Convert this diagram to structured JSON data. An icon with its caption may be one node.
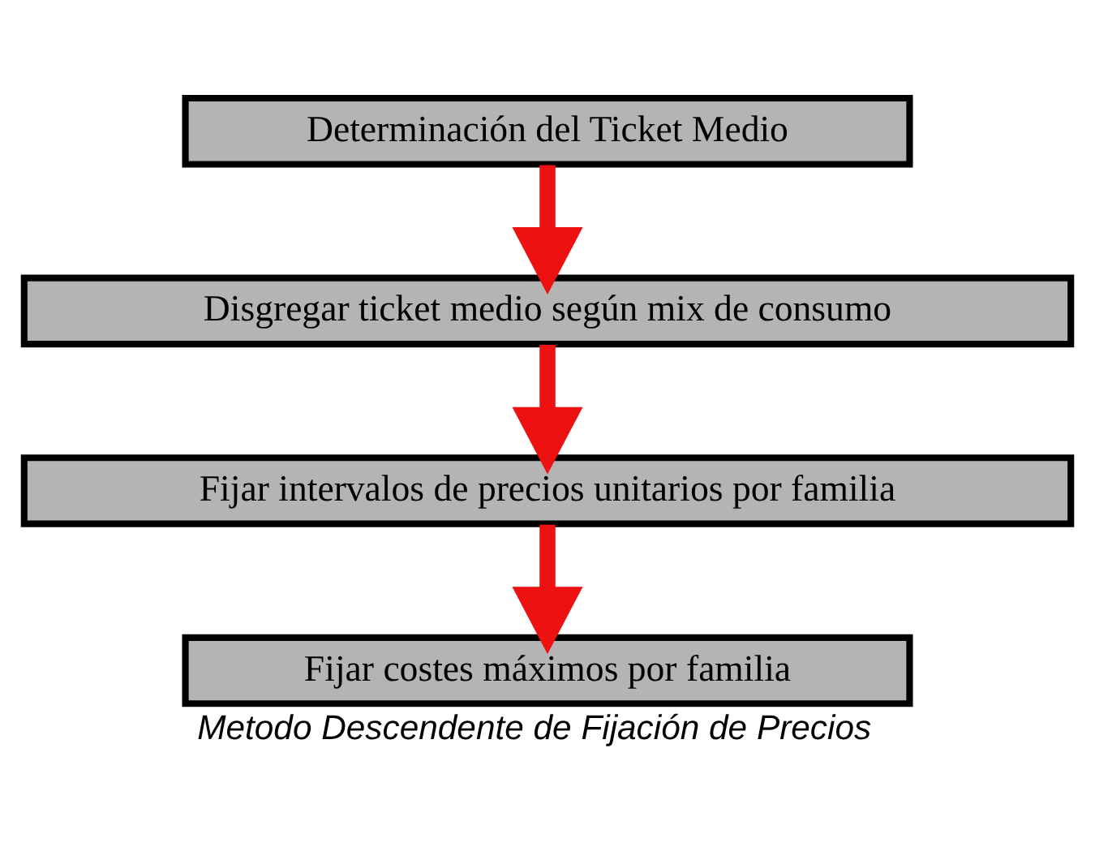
{
  "diagram": {
    "caption": "Metodo Descendente de Fijación de Precios",
    "nodes": [
      {
        "text": [
          "Determinación del Ticket Medio"
        ]
      },
      {
        "text": [
          "Disgregar ticket medio según mix de consumo"
        ]
      },
      {
        "text": [
          "Fijar intervalos de precios unitarios por familia"
        ]
      },
      {
        "text": [
          "Fijar costes máximos por familia"
        ]
      }
    ],
    "edges": [
      {
        "from": 0,
        "to": 1,
        "arrow": "to"
      },
      {
        "from": 1,
        "to": 2,
        "arrow": "to"
      },
      {
        "from": 2,
        "to": 3,
        "arrow": "to"
      }
    ]
  }
}
